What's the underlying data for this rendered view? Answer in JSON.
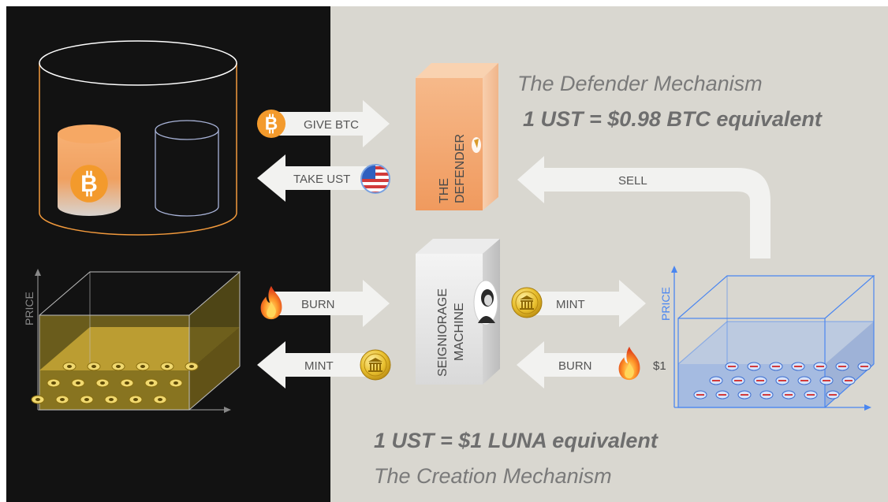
{
  "colors": {
    "left_bg": "#121212",
    "right_bg": "#d9d7d0",
    "orange": "#f39a3c",
    "gold": "#d9b23a",
    "blue": "#4a86f0",
    "arrow": "#f2f2f0",
    "heading": "#7a7a7a"
  },
  "top_right": {
    "title": "The Defender Mechanism",
    "subtitle": "1 UST = $0.98 BTC equivalent"
  },
  "bottom": {
    "subtitle": "1 UST = $1 LUNA equivalent",
    "title": "The Creation Mechanism"
  },
  "defender_box": {
    "label_line1": "THE",
    "label_line2": "DEFENDER"
  },
  "seigniorage_box": {
    "label_line1": "SEIGNIORAGE",
    "label_line2": "MACHINE"
  },
  "arrows": {
    "give_btc": "GIVE BTC",
    "take_ust": "TAKE UST",
    "sell": "SELL",
    "burn_left": "BURN",
    "mint_left": "MINT",
    "mint_right": "MINT",
    "burn_right": "BURN"
  },
  "axis": {
    "left_price": "PRICE",
    "right_price": "PRICE",
    "peg_label": "$1"
  },
  "icons": [
    "bitcoin-icon",
    "us-flag-coin-icon",
    "fire-icon",
    "luna-coin-icon",
    "portrait-icon"
  ]
}
